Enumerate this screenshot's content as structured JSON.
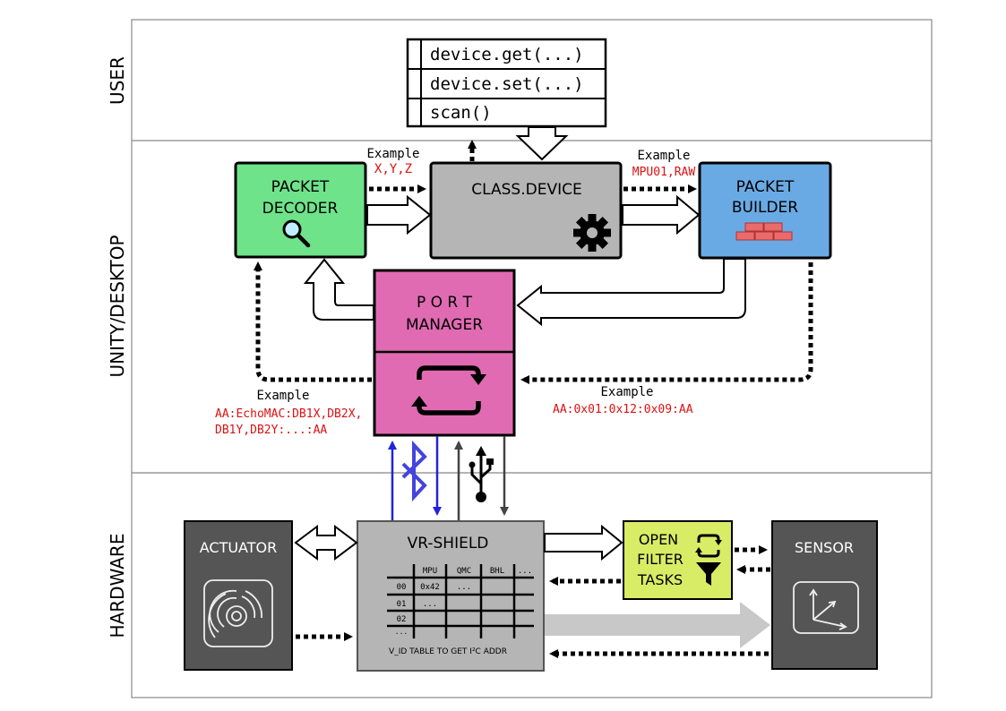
{
  "lanes": {
    "user": "USER",
    "unity": "UNITY/DESKTOP",
    "hardware": "HARDWARE"
  },
  "api_methods": [
    "device.get(...)",
    "device.set(...)",
    "scan()"
  ],
  "blocks": {
    "decoder_line1": "PACKET",
    "decoder_line2": "DECODER",
    "device": "CLASS.DEVICE",
    "builder_line1": "PACKET",
    "builder_line2": "BUILDER",
    "port_line1": "P O R T",
    "port_line2": "MANAGER",
    "actuator": "ACTUATOR",
    "vrshield": "VR-SHIELD",
    "filter_line1": "OPEN",
    "filter_line2": "FILTER",
    "filter_line3": "TASKS",
    "sensor": "SENSOR"
  },
  "examples": {
    "decoder_label": "Example",
    "decoder_value": "X,Y,Z",
    "builder_label": "Example",
    "builder_value": "MPU01,RAW",
    "port_in_label": "Example",
    "port_in_value1": "AA:EchoMAC:DB1X,DB2X,",
    "port_in_value2": "DB1Y,DB2Y:...:AA",
    "port_out_label": "Example",
    "port_out_value": "AA:0x01:0x12:0x09:AA"
  },
  "vid_table": {
    "headers": [
      "MPU",
      "QMC",
      "BHL",
      "..."
    ],
    "rows": [
      {
        "id": "00",
        "cells": [
          "0x42",
          "..."
        ]
      },
      {
        "id": "01",
        "cells": [
          "..."
        ]
      },
      {
        "id": "02",
        "cells": []
      },
      {
        "id": "...",
        "cells": []
      }
    ],
    "caption": "V_ID TABLE TO GET I²C ADDR"
  },
  "colors": {
    "decoder": "#6ee38a",
    "device": "#b5b5b5",
    "builder": "#6aaae4",
    "port": "#e06bb2",
    "dark_block": "#555555",
    "filter": "#d9ec66",
    "example_text": "#dd1111",
    "bluetooth": "#2222dd"
  }
}
